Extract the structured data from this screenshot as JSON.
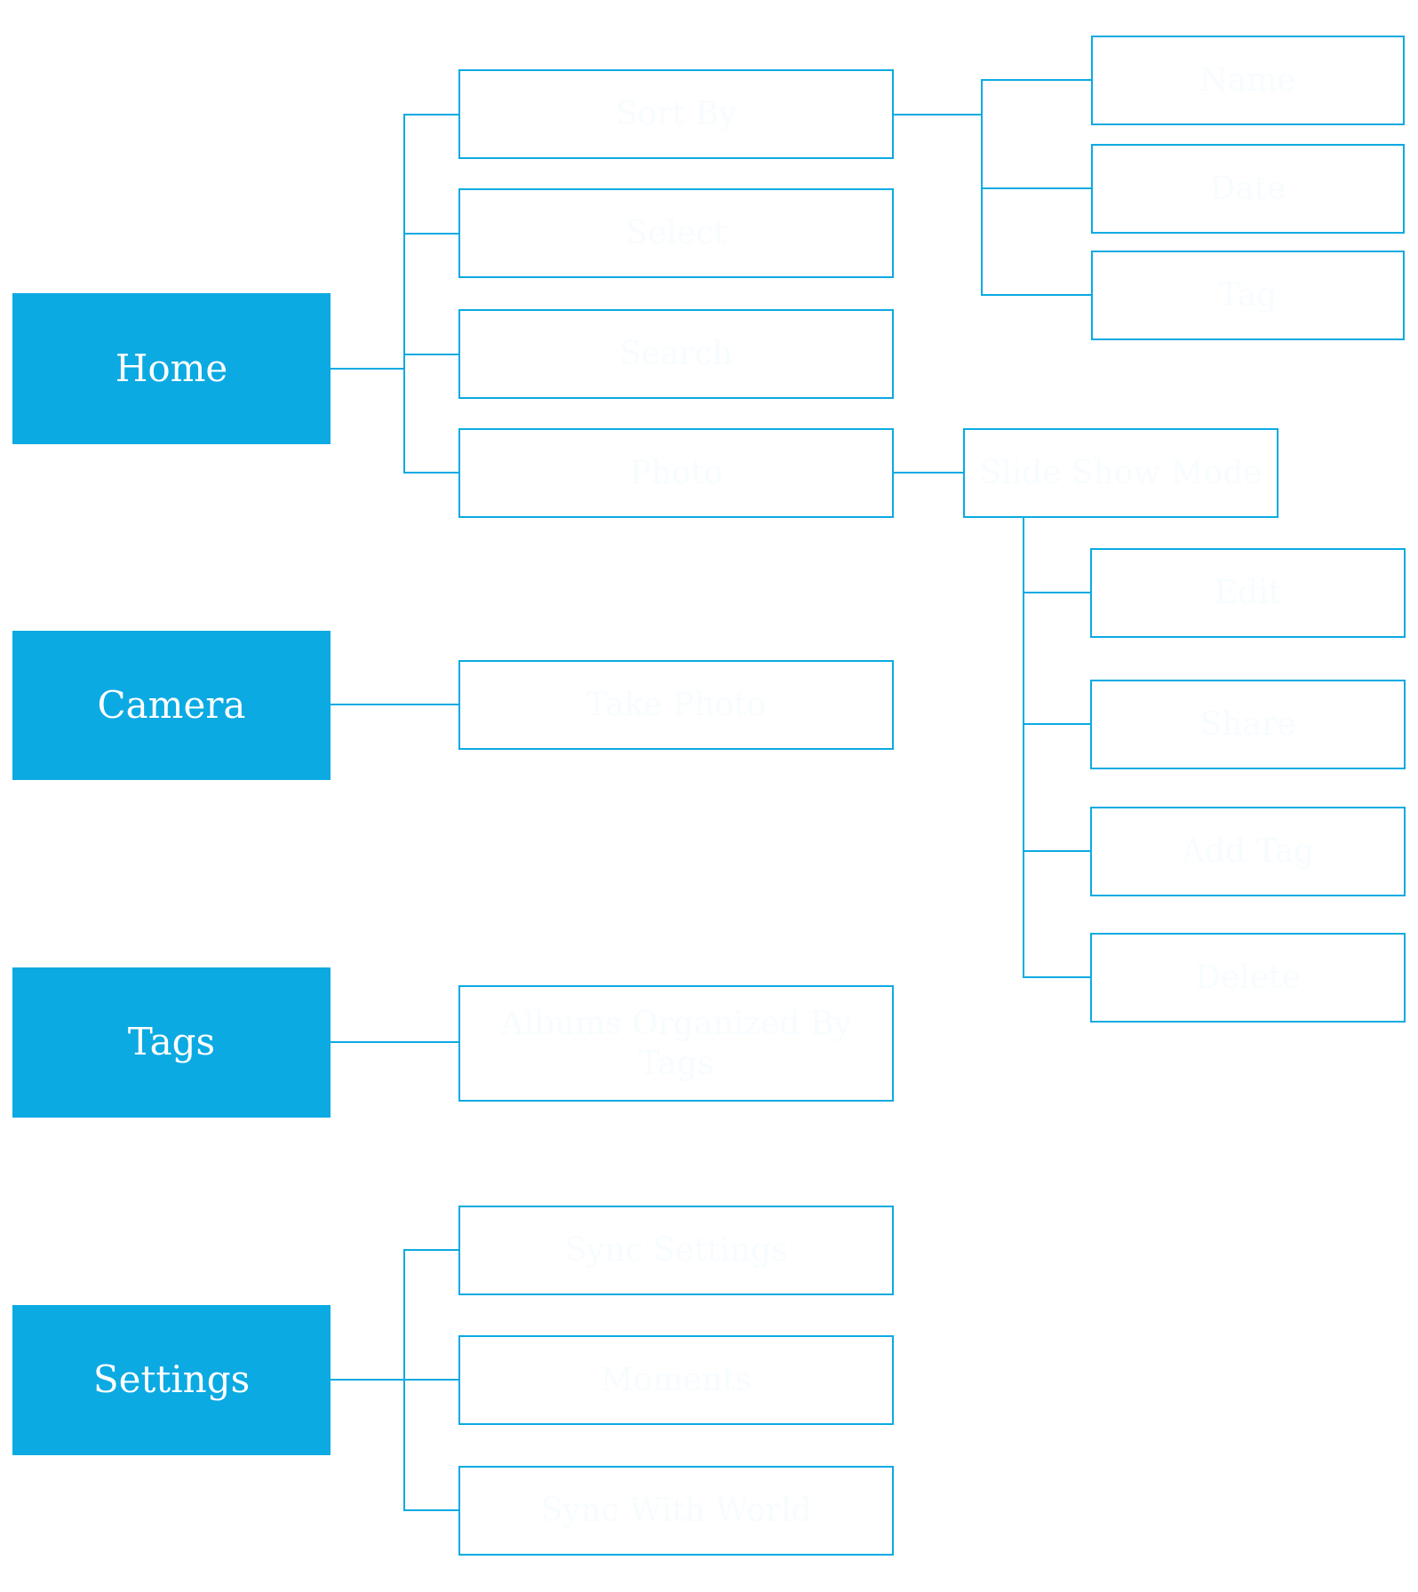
{
  "colors": {
    "accent": "#0BAAE2",
    "box_text": "#F7FCFF",
    "background": "#ffffff"
  },
  "sections": {
    "home": {
      "label": "Home",
      "children": {
        "sort_by": {
          "label": "Sort By",
          "children": {
            "sort_name": "Name",
            "sort_date": "Date",
            "sort_tag": "Tag"
          }
        },
        "select": "Select",
        "search": "Search",
        "photo": {
          "label": "Photo",
          "slide_show": {
            "label": "Slide Show Mode",
            "children": {
              "edit": "Edit",
              "share": "Share",
              "add_tag": "Add Tag",
              "delete": "Delete"
            }
          }
        }
      }
    },
    "camera": {
      "label": "Camera",
      "take_photo": "Take Photo"
    },
    "tags": {
      "label": "Tags",
      "albums": "Albums Organized By Tags"
    },
    "settings": {
      "label": "Settings",
      "children": {
        "sync_settings": "Sync Settings",
        "moments": "Moments",
        "sync_with_world": "Sync With World"
      }
    }
  }
}
